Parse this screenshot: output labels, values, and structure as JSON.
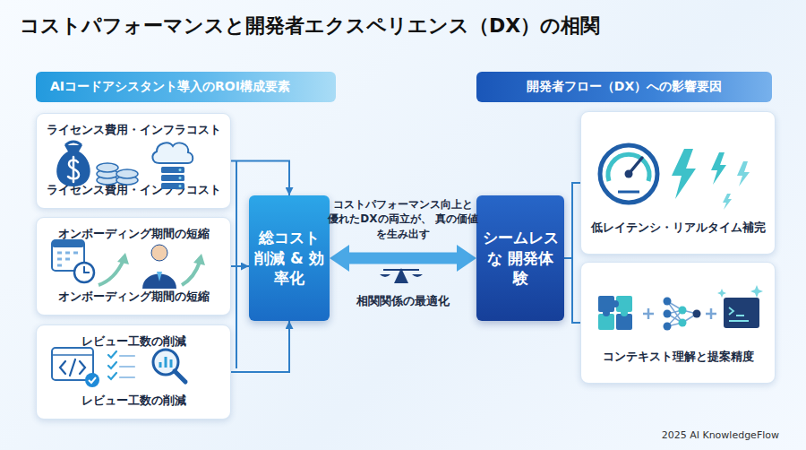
{
  "diagram": {
    "title": "コストパフォーマンスと開発者エクスペリエンス（DX）の相関",
    "nodes": [
      {
        "text": [
          "AIコードアシスタント導入のROI構成要素"
        ]
      },
      {
        "text": [
          "開発者フロー（DX）への影響要因"
        ]
      },
      {
        "text": [
          "ライセンス費用・インフラコスト",
          "ライセンス費用・インフラコスト"
        ]
      },
      {
        "text": [
          "オンボーディング期間の短縮",
          "オンボーディング期間の短縮"
        ]
      },
      {
        "text": [
          "レビュー工数の削減",
          "レビュー工数の削減"
        ]
      },
      {
        "text": [
          "総コスト 削減 & 効率化"
        ]
      },
      {
        "text": [
          "シームレス な 開発体験"
        ]
      },
      {
        "text": [
          "低レイテンシ・リアルタイム補完"
        ]
      },
      {
        "text": [
          "コンテキスト理解と提案精度"
        ]
      }
    ],
    "edges": [
      {
        "from": 2,
        "to": 5,
        "arrow": "to"
      },
      {
        "from": 3,
        "to": 5,
        "arrow": "to"
      },
      {
        "from": 4,
        "to": 5,
        "arrow": "to"
      },
      {
        "from": 5,
        "to": 6,
        "label": "コストパフォーマンス向上と 優れたDXの両立が、 真の価値を生み出す",
        "arrow": "both"
      },
      {
        "from": 6,
        "to": 7,
        "arrow": "none"
      },
      {
        "from": 6,
        "to": 8,
        "arrow": "none"
      }
    ],
    "labels": [
      "相関関係の最適化",
      "2025 AI KnowledgeFlow"
    ]
  }
}
